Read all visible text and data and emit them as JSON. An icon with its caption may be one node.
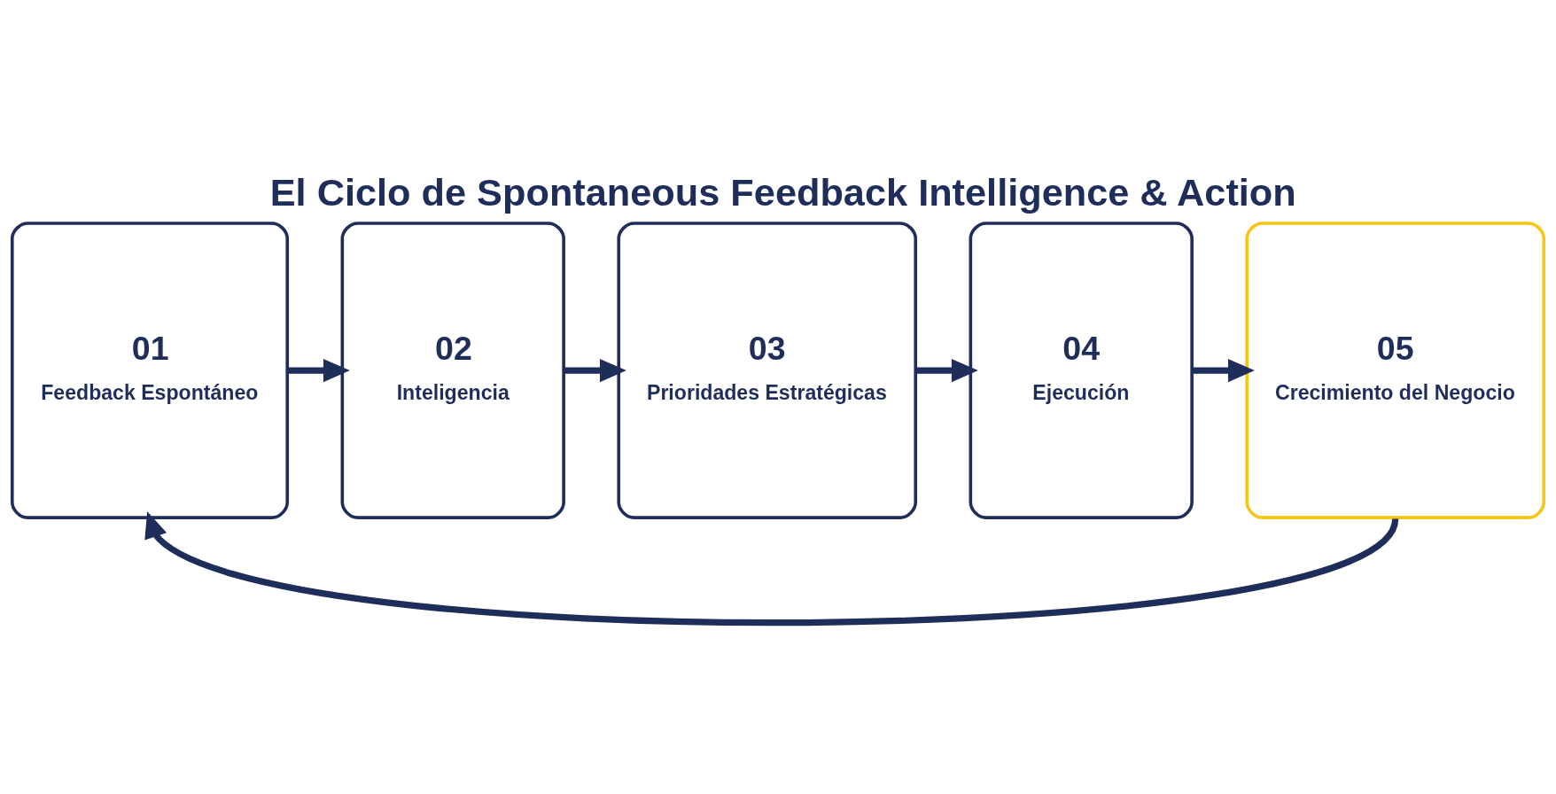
{
  "diagram": {
    "title": "El Ciclo de Spontaneous Feedback Intelligence & Action",
    "nodes": [
      {
        "text": [
          "01",
          "Feedback Espontáneo"
        ]
      },
      {
        "text": [
          "02",
          "Inteligencia"
        ]
      },
      {
        "text": [
          "03",
          "Prioridades Estratégicas"
        ]
      },
      {
        "text": [
          "04",
          "Ejecución"
        ]
      },
      {
        "text": [
          "05",
          "Crecimiento del Negocio"
        ]
      }
    ],
    "edges": [
      {
        "from": 0,
        "to": 1,
        "arrow": "to"
      },
      {
        "from": 1,
        "to": 2,
        "arrow": "to"
      },
      {
        "from": 2,
        "to": 3,
        "arrow": "to"
      },
      {
        "from": 3,
        "to": 4,
        "arrow": "to"
      },
      {
        "from": 4,
        "to": 0,
        "arrow": "to"
      }
    ]
  }
}
